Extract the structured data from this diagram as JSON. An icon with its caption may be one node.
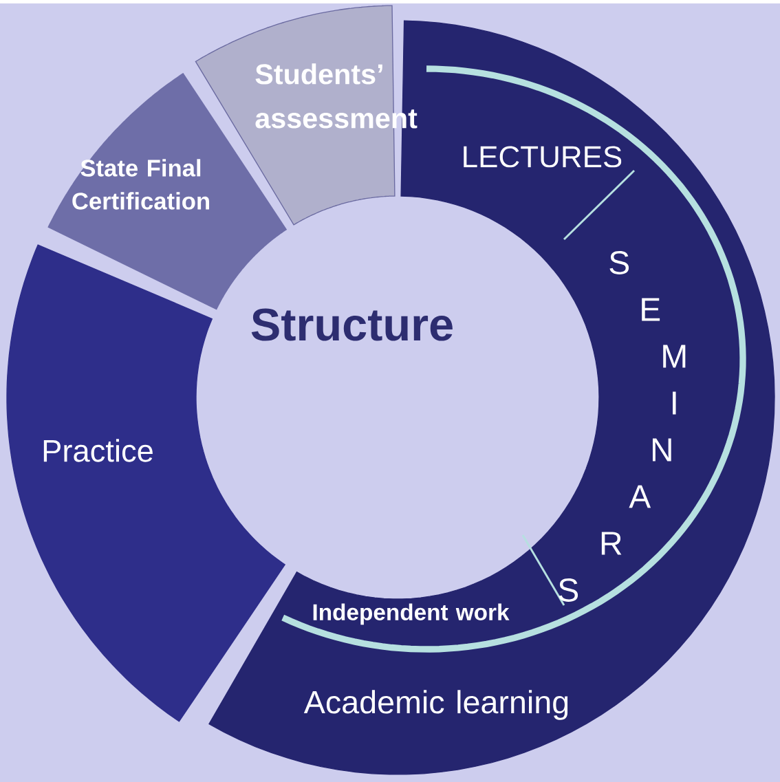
{
  "diagram": {
    "title": "Structure",
    "nodes": [
      {
        "text": [
          "Students’ assessment"
        ]
      },
      {
        "text": [
          "State Final Certification"
        ]
      },
      {
        "text": [
          "Practice"
        ]
      },
      {
        "text": [
          "Academic learning"
        ]
      },
      {
        "text": [
          "LECTURES"
        ],
        "in": 3
      },
      {
        "text": [
          "S E M I N A R S"
        ],
        "in": 3
      },
      {
        "text": [
          "Independent work"
        ],
        "in": 3
      }
    ]
  }
}
